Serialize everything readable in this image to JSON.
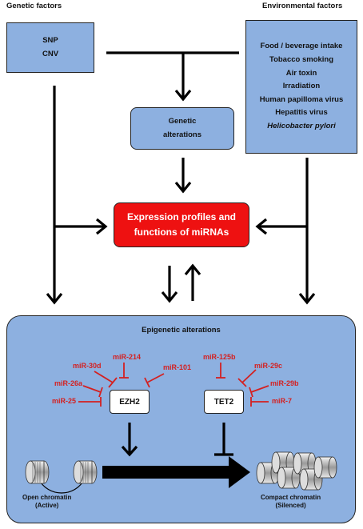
{
  "headers": {
    "genetic": "Genetic factors",
    "environmental": "Environmental factors"
  },
  "genetic_box": {
    "lines": [
      "SNP",
      "CNV"
    ]
  },
  "environmental_box": {
    "lines": [
      "Food / beverage intake",
      "Tobacco smoking",
      "Air toxin",
      "Irradiation",
      "Human papilloma virus",
      "Hepatitis virus",
      "Helicobacter pylori"
    ]
  },
  "genetic_alterations": {
    "lines": [
      "Genetic",
      "alterations"
    ]
  },
  "mirna_box": {
    "lines": [
      "Expression profiles and",
      "functions of miRNAs"
    ]
  },
  "epigenetic": {
    "title": "Epigenetic alterations",
    "ezh2": "EZH2",
    "tet2": "TET2",
    "ezh2_mirs": [
      "miR-30d",
      "miR-214",
      "miR-101",
      "miR-26a",
      "miR-25"
    ],
    "tet2_mirs": [
      "miR-125b",
      "miR-29c",
      "miR-29b",
      "miR-7"
    ],
    "open_chromatin": [
      "Open chromatin",
      "(Active)"
    ],
    "compact_chromatin": [
      "Compact chromatin",
      "(Silenced)"
    ]
  },
  "colors": {
    "box_fill": "#8db0e0",
    "mirna_fill": "#ee1111",
    "mir_text": "#d42020"
  }
}
